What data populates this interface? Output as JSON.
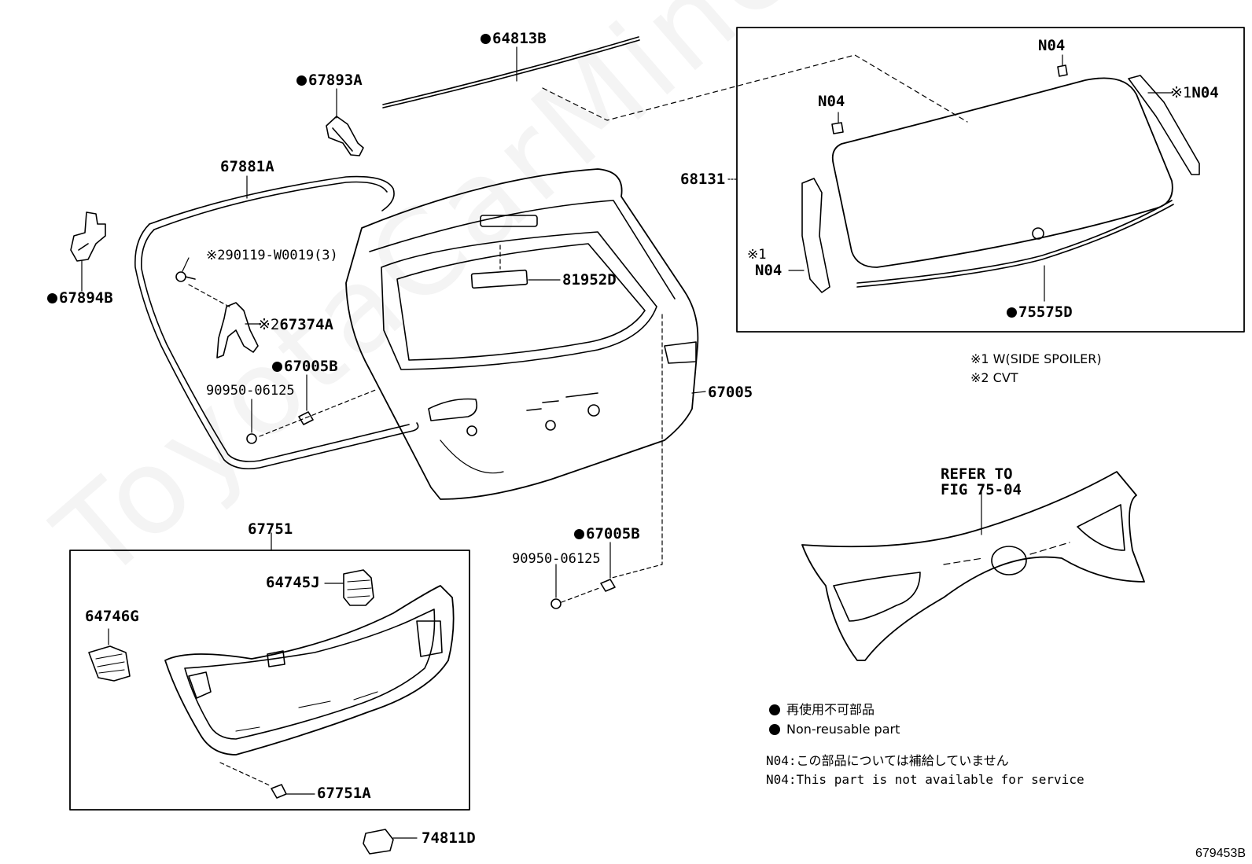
{
  "diagram": {
    "labels": {
      "l64813B": "64813B",
      "l67893A": "67893A",
      "l67881A": "67881A",
      "l67894B": "67894B",
      "l90119": "90119-W0019(3)",
      "mark_2a": "※2",
      "l67374A": "67374A",
      "mark_2b": "※2",
      "l67005B_top": "67005B",
      "l90950_top": "90950-06125",
      "l81952D": "81952D",
      "l67005": "67005",
      "l68131": "68131",
      "n04_top": "N04",
      "n04_left": "N04",
      "n04_right": "N04",
      "mark_1_right": "※1",
      "mark_1_left": "※1",
      "n04_bottom_left": "N04",
      "l75575D": "75575D",
      "l67751": "67751",
      "l64745J": "64745J",
      "l64746G": "64746G",
      "l67005B_bot": "67005B",
      "l90950_bot": "90950-06125",
      "l67751A": "67751A",
      "l74811D": "74811D",
      "refer": "REFER TO",
      "fig": "FIG 75-04"
    },
    "notes": {
      "n1": "※1 W(SIDE SPOILER)",
      "n2": "※2 CVT",
      "legend_jp": "再使用不可部品",
      "legend_en": "Non-reusable part",
      "n04_jp": "N04:この部品については補給していません",
      "n04_en": "N04:This part is not available for service"
    },
    "watermark": "ToyotaCarMine.ru",
    "drawing_number": "679453B"
  }
}
